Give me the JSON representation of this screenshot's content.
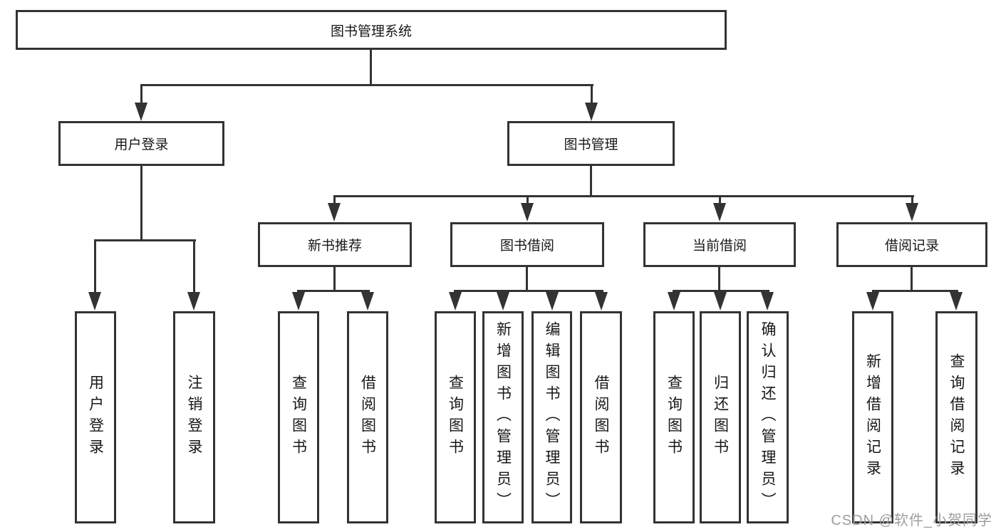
{
  "diagram": {
    "root": {
      "label": "图书管理系统"
    },
    "level2": [
      {
        "label": "用户登录"
      },
      {
        "label": "图书管理"
      }
    ],
    "level3": [
      {
        "label": "新书推荐"
      },
      {
        "label": "图书借阅"
      },
      {
        "label": "当前借阅"
      },
      {
        "label": "借阅记录"
      }
    ],
    "leaves": {
      "user": [
        "用户登录",
        "注销登录"
      ],
      "recommend": [
        "查询图书",
        "借阅图书"
      ],
      "borrow": [
        "查询图书",
        "新增图书（管理员）",
        "编辑图书（管理员）",
        "借阅图书"
      ],
      "current": [
        "查询图书",
        "归还图书",
        "确认归还（管理员）"
      ],
      "records": [
        "新增借阅记录",
        "查询借阅记录"
      ]
    },
    "hierarchy_note": "图书管理系统 > [用户登录 > (用户登录, 注销登录)], [图书管理 > 新书推荐(查询图书,借阅图书), 图书借阅(查询图书,新增图书（管理员）,编辑图书（管理员）,借阅图书), 当前借阅(查询图书,归还图书,确认归还（管理员）), 借阅记录(新增借阅记录,查询借阅记录)]",
    "colors": {
      "line": "#333333",
      "text": "#171717",
      "background": "#ffffff",
      "watermark": "#9e9e9e"
    }
  },
  "watermark": {
    "text": "CSDN @软件_小贺同学"
  }
}
